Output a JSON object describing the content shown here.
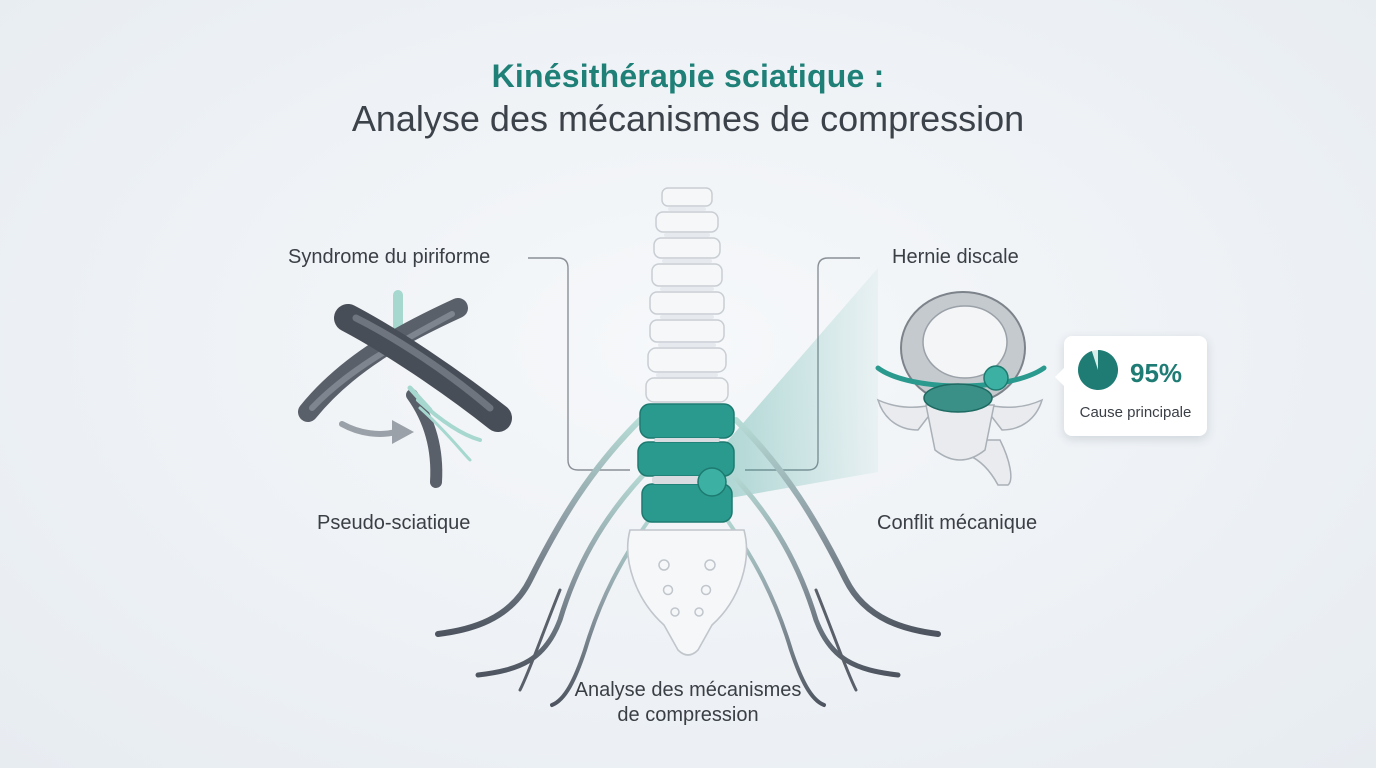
{
  "title": {
    "main": "Kinésithérapie sciatique :",
    "sub": "Analyse des mécanismes de compression"
  },
  "left_panel": {
    "top_label": "Syndrome du piriforme",
    "bottom_label": "Pseudo-sciatique",
    "icon": "piriformis-muscle-icon"
  },
  "right_panel": {
    "top_label": "Hernie discale",
    "bottom_label": "Conflit mécanique",
    "icon": "herniated-disc-icon"
  },
  "stat": {
    "value": "95%",
    "fraction": 0.95,
    "label": "Cause principale"
  },
  "center": {
    "caption_line1": "Analyse des mécanismes",
    "caption_line2": "de compression",
    "icon": "spine-icon"
  },
  "colors": {
    "accent": "#1f8078",
    "teal_highlight": "#2a9a8e",
    "nerve_gray": "#5a606a",
    "bone": "#f4f5f7",
    "text": "#3a3f46"
  }
}
